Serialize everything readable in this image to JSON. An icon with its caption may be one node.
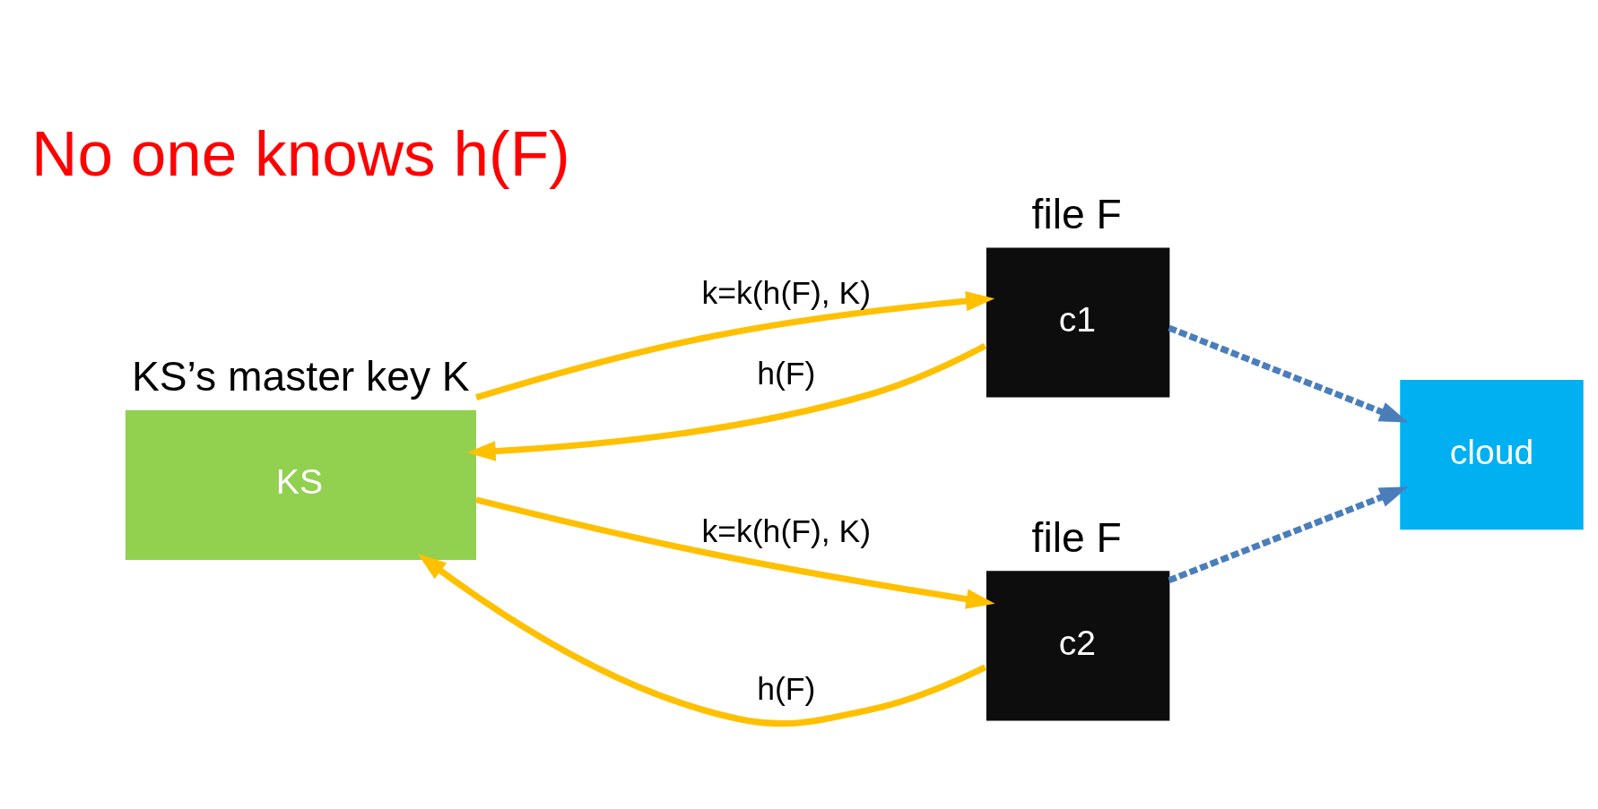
{
  "diagram": {
    "nodes": [
      {
        "text": [
          "KS"
        ],
        "beside": [
          "KS’s master key K"
        ]
      },
      {
        "text": [
          "c1"
        ],
        "beside": [
          "file F"
        ]
      },
      {
        "text": [
          "cloud"
        ]
      },
      {
        "text": [
          "c2"
        ],
        "beside": [
          "file F"
        ]
      }
    ],
    "edges": [
      {
        "from": 1,
        "to": 0,
        "arrow": "to",
        "label": "h(F)"
      },
      {
        "from": 0,
        "to": 1,
        "arrow": "to",
        "label": "k=k(h(F), K)"
      },
      {
        "from": 3,
        "to": 0,
        "arrow": "to",
        "label": "h(F)"
      },
      {
        "from": 0,
        "to": 3,
        "arrow": "to",
        "label": "k=k(h(F), K)"
      },
      {
        "from": 1,
        "to": 2,
        "arrow": "to",
        "style": "dashed",
        "color": "#4a7ebb"
      },
      {
        "from": 3,
        "to": 2,
        "arrow": "to",
        "style": "dashed",
        "color": "#4a7ebb"
      }
    ],
    "labels": [
      "No one knows h(F)"
    ]
  }
}
